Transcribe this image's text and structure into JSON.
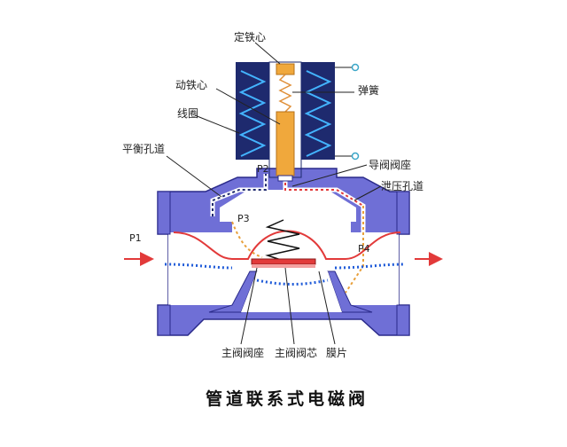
{
  "labels": {
    "fixed_core": "定铁心",
    "moving_core": "动铁心",
    "coil": "线圈",
    "spring": "弹簧",
    "balance_hole": "平衡孔道",
    "pilot_seat": "导阀阀座",
    "relief_hole": "泄压孔道",
    "p1": "P1",
    "p2": "P2",
    "p3": "P3",
    "p4": "P4",
    "main_seat": "主阀阀座",
    "main_core": "主阀阀芯",
    "diaphragm": "膜片"
  },
  "caption": "管道联系式电磁阀",
  "colors": {
    "body_fill": "#6f6fd6",
    "body_stroke": "#2a2a8a",
    "coil_fill": "#1e2a6e",
    "coil_wave": "#43b4ff",
    "core_fill": "#f0a83c",
    "flow_red": "#e23a3a",
    "flow_blue": "#1e5ad8",
    "flow_orange": "#e8a03c"
  }
}
